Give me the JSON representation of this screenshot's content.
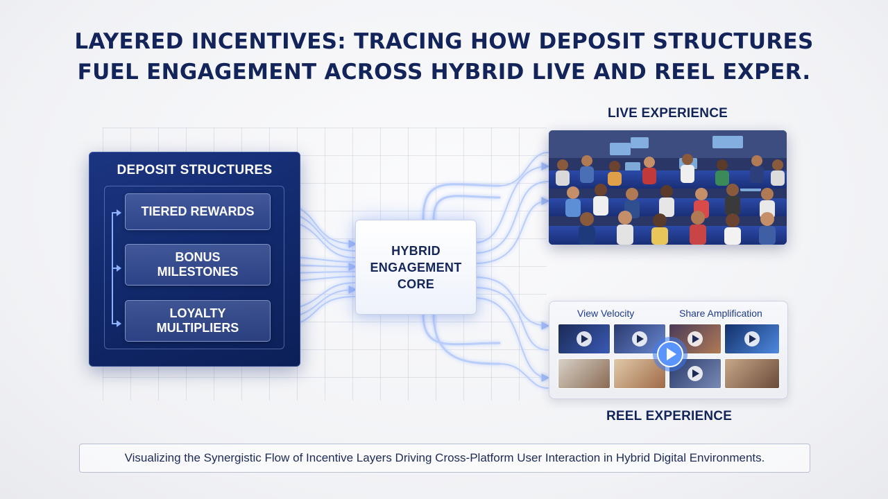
{
  "title": {
    "line1": "LAYERED INCENTIVES: TRACING HOW DEPOSIT STRUCTURES",
    "line2": "FUEL ENGAGEMENT ACROSS HYBRID LIVE AND REEL EXPER."
  },
  "deposit_structures": {
    "title": "DEPOSIT STRUCTURES",
    "items": [
      {
        "line1": "TIERED REWARDS",
        "line2": ""
      },
      {
        "line1": "BONUS",
        "line2": "MILESTONES"
      },
      {
        "line1": "LOYALTY",
        "line2": "MULTIPLIERS"
      }
    ]
  },
  "core": {
    "line1": "HYBRID",
    "line2": "ENGAGEMENT",
    "line3": "CORE"
  },
  "live": {
    "label": "LIVE EXPERIENCE"
  },
  "reel": {
    "label": "REEL EXPERIENCE",
    "metrics": [
      "View Velocity",
      "Share Amplification"
    ]
  },
  "caption": "Visualizing the Synergistic Flow of Incentive Layers Driving Cross-Platform User Interaction in Hybrid Digital Environments.",
  "colors": {
    "navy": "#13245b",
    "panel": "#122a6e",
    "glow": "#6f9bff",
    "wire": "#b9cdfb"
  }
}
